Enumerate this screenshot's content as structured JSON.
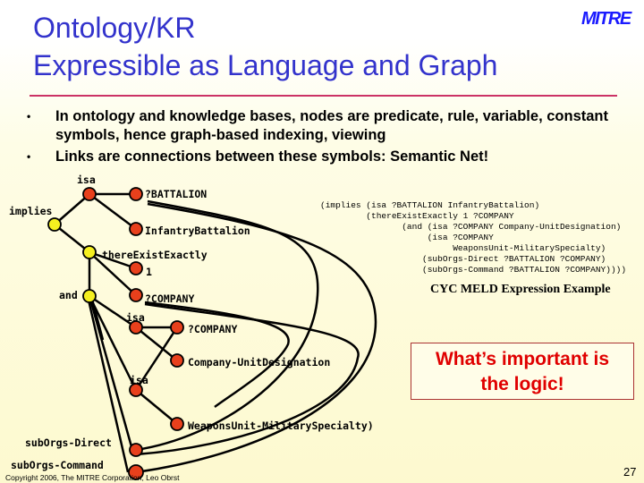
{
  "title": {
    "line1": "Ontology/KR",
    "line2": "Expressible as Language and Graph"
  },
  "logo": "MITRE",
  "bullets": [
    {
      "marker": "•",
      "text": "In ontology and knowledge bases, nodes are predicate, rule, variable, constant symbols, hence graph-based indexing, viewing"
    },
    {
      "marker": "•",
      "text": "Links are connections between these symbols: Semantic Net!"
    }
  ],
  "graph": {
    "node_colors": {
      "predicate": "#f5f020",
      "symbol": "#e8401c"
    },
    "labels": {
      "isa1": "isa",
      "battalion": "?BATTALION",
      "implies": "implies",
      "infantry": "InfantryBattalion",
      "there": "thereExistExactly",
      "one": "1",
      "and": "and",
      "company1": "?COMPANY",
      "isa2": "isa",
      "company2": "?COMPANY",
      "unitdes": "Company-UnitDesignation",
      "isa3": "isa",
      "weapons": "WeaponsUnit-MilitarySpecialty)",
      "direct": "subOrgs-Direct",
      "command": "subOrgs-Command"
    }
  },
  "code": {
    "lines": [
      "(implies (isa ?BATTALION InfantryBattalion)",
      "         (thereExistExactly 1 ?COMPANY",
      "                (and (isa ?COMPANY Company-UnitDesignation)",
      "                     (isa ?COMPANY",
      "                          WeaponsUnit-MilitarySpecialty)",
      "                    (subOrgs-Direct ?BATTALION ?COMPANY)",
      "                    (subOrgs-Command ?BATTALION ?COMPANY))))"
    ]
  },
  "caption": "CYC MELD Expression Example",
  "callout": {
    "line1": "What’s important is",
    "line2": "the logic!"
  },
  "copyright": "Copyright 2006, The MITRE Corporation, Leo Obrst",
  "page_number": "27"
}
